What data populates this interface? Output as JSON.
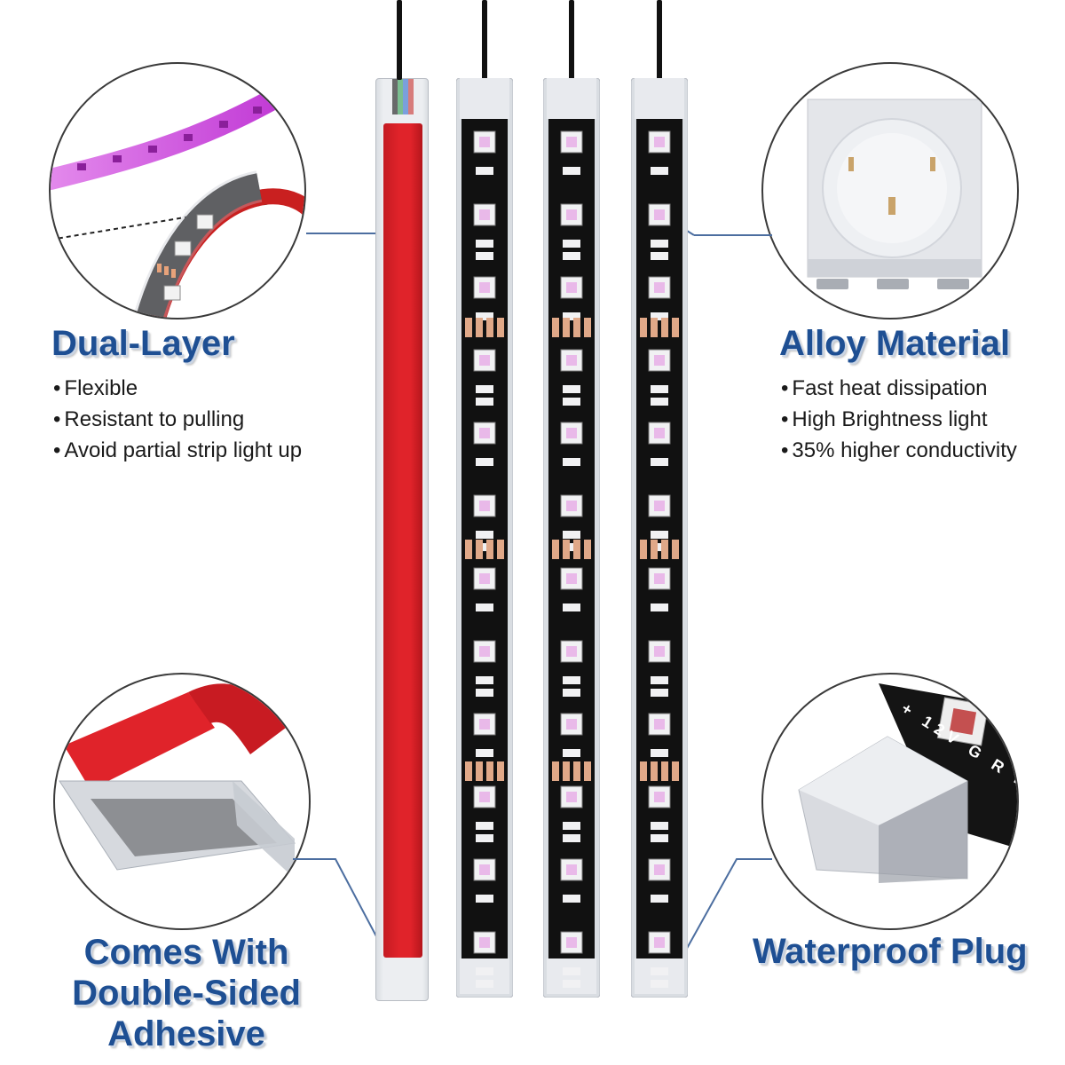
{
  "features": {
    "dual_layer": {
      "title": "Dual-Layer",
      "bullets": [
        "Flexible",
        "Resistant to pulling",
        "Avoid partial strip light up"
      ]
    },
    "alloy_material": {
      "title": "Alloy Material",
      "bullets": [
        "Fast heat dissipation",
        "High Brightness light",
        "35% higher conductivity"
      ]
    },
    "adhesive": {
      "title_lines": [
        "Comes With",
        "Double-Sided",
        "Adhesive"
      ]
    },
    "waterproof": {
      "title": "Waterproof Plug"
    }
  },
  "plug_pin_labels": [
    "+",
    "12V",
    "G",
    "R",
    "B"
  ],
  "colors": {
    "heading_blue": "#1e4f93",
    "adhesive_red": "#e0232a",
    "strip_black": "#111111",
    "led_pink": "#d94fd8",
    "leader_line": "#4c6ea0"
  },
  "icons": {
    "led_chip": "led-chip-icon",
    "pointer_dot": "pointer-dot-icon"
  }
}
